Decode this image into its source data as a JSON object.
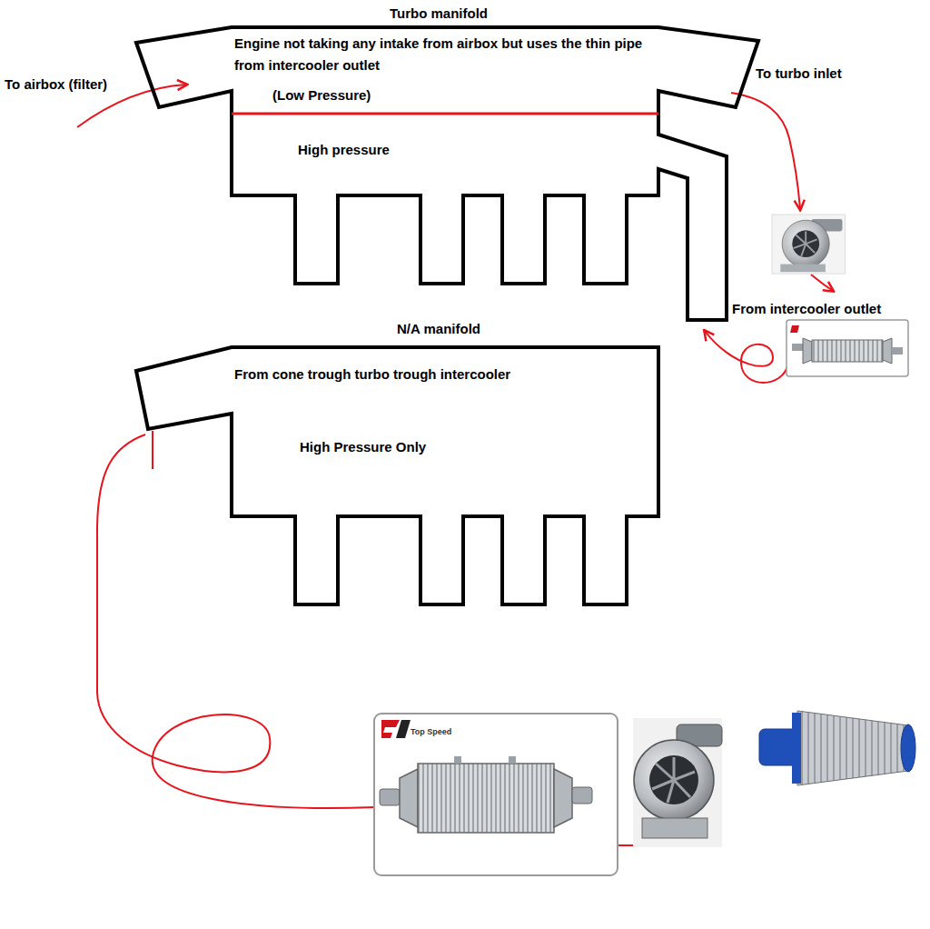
{
  "diagram": {
    "nodes": [
      {
        "text": [
          "Turbo manifold",
          "Engine not taking any intake from airbox but uses the thin pipe from intercooler outlet",
          "(Low Pressure)",
          "High pressure"
        ]
      },
      {
        "text": [
          "N/A manifold",
          "From cone trough turbo trough intercooler",
          "High Pressure Only"
        ]
      }
    ],
    "labels": [
      "To airbox (filter)",
      "To turbo inlet",
      "From intercooler outlet",
      "Top Speed"
    ]
  }
}
